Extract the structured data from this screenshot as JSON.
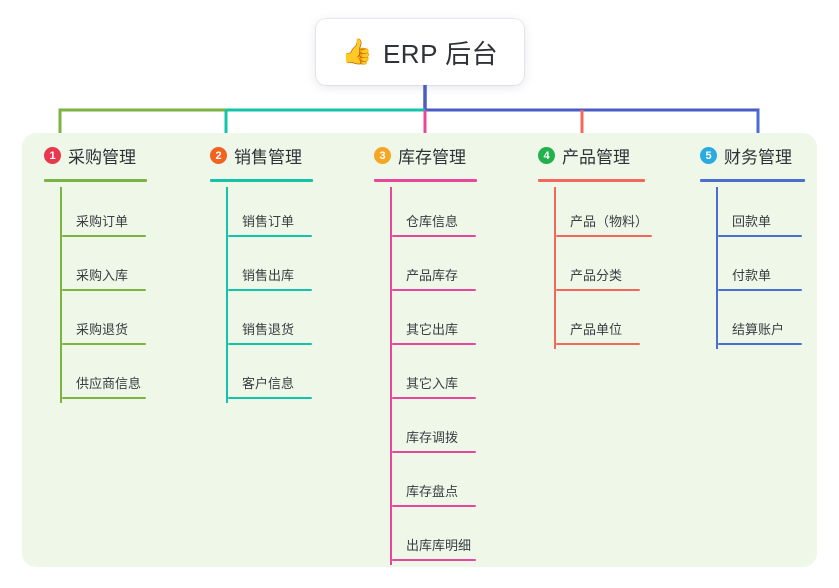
{
  "root": {
    "icon": "thumbs-up-icon",
    "emoji": "👍",
    "title": "ERP 后台"
  },
  "theme": {
    "page_bg": "#ffffff",
    "panel_bg": "#eef7e8",
    "card_bg": "#ffffff",
    "text": "#2f3237",
    "item_text": "#3a3d42",
    "root_stem": "#4a5bc4"
  },
  "connector_bar": {
    "segments": [
      {
        "name": "green-segment",
        "color": "#7cb342"
      },
      {
        "name": "teal-segment",
        "color": "#14c4a8"
      },
      {
        "name": "indigo-segment",
        "color": "#4a5bc4"
      }
    ]
  },
  "columns": [
    {
      "index": "1",
      "title": "采购管理",
      "badge_color": "#e8384f",
      "line_color": "#7cb342",
      "drop_color": "#7cb342",
      "items": [
        "采购订单",
        "采购入库",
        "采购退货",
        "供应商信息"
      ]
    },
    {
      "index": "2",
      "title": "销售管理",
      "badge_color": "#f26322",
      "line_color": "#14c4a8",
      "drop_color": "#14c4a8",
      "items": [
        "销售订单",
        "销售出库",
        "销售退货",
        "客户信息"
      ]
    },
    {
      "index": "3",
      "title": "库存管理",
      "badge_color": "#f5a623",
      "line_color": "#e8489b",
      "drop_color": "#e8489b",
      "items": [
        "仓库信息",
        "产品库存",
        "其它出库",
        "其它入库",
        "库存调拨",
        "库存盘点",
        "出库库明细"
      ]
    },
    {
      "index": "4",
      "title": "产品管理",
      "badge_color": "#22b14c",
      "line_color": "#f4685c",
      "drop_color": "#f4685c",
      "items": [
        "产品（物料）",
        "产品分类",
        "产品单位"
      ]
    },
    {
      "index": "5",
      "title": "财务管理",
      "badge_color": "#29abe2",
      "line_color": "#4a6fd0",
      "drop_color": "#4a6fd0",
      "items": [
        "回款单",
        "付款单",
        "结算账户"
      ]
    }
  ]
}
